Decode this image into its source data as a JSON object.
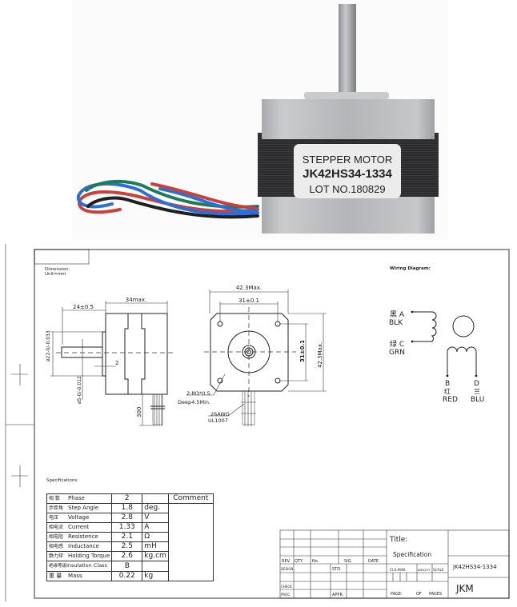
{
  "photo": {
    "label_line1": "STEPPER MOTOR",
    "label_line2": "JK42HS34-1334",
    "label_line3": "LOT NO.180829",
    "colors": {
      "body": "#b4b6b8",
      "band": "#2a2a2c",
      "label_bg": "#e9e9e9",
      "wire_red": "#c8423c",
      "wire_blue": "#2a6fd8",
      "wire_green": "#1f7a5a",
      "wire_black": "#1f1f22"
    }
  },
  "drawing": {
    "dimension_note_line1": "Dimension:",
    "dimension_note_line2": "Unit=mm",
    "side_view": {
      "shaft_length": "24±0.5",
      "body_length": "34max.",
      "boss_diameter": "ø22-0/-0.033",
      "shaft_diameter": "ø5-0/-0.012",
      "boss_height": "2",
      "lead_length": "300"
    },
    "front_view": {
      "overall_width": "42.3Max.",
      "hole_spacing_h": "31±0.1",
      "hole_spacing_v": "31±0.1",
      "overall_height": "42.3Max.",
      "hole_note_line1": "2-M3*0.5",
      "hole_note_line2": "Deep4.5Min.",
      "wire_note_line1": "26AWG",
      "wire_note_line2": "UL1007"
    },
    "wiring": {
      "title": "Wiring Diagram:",
      "a_cn": "黑 A",
      "a_en": "BLK",
      "c_cn": "绿 C",
      "c_en": "GRN",
      "b_letter": "B",
      "b_cn": "红",
      "b_en": "RED",
      "d_letter": "D",
      "d_cn": "兰",
      "d_en": "BLU"
    }
  },
  "specifications": {
    "title": "Specifications:",
    "comment_header": "Comment",
    "rows": [
      {
        "cn": "相 数",
        "en": "Phase",
        "value": "2",
        "unit": ""
      },
      {
        "cn": "步距角",
        "en": "Step Angle",
        "value": "1.8",
        "unit": "deg."
      },
      {
        "cn": "电压",
        "en": "Voltage",
        "value": "2.8",
        "unit": "V"
      },
      {
        "cn": "相电流",
        "en": "Current",
        "value": "1.33",
        "unit": "A"
      },
      {
        "cn": "相电阻",
        "en": "Resistence",
        "value": "2.1",
        "unit": "Ω"
      },
      {
        "cn": "相电感",
        "en": "Inductance",
        "value": "2.5",
        "unit": "mH"
      },
      {
        "cn": "静力矩",
        "en": "Holding Torque",
        "value": "2.6",
        "unit": "kg.cm"
      },
      {
        "cn": "绝缘等级",
        "en": "Insulation Class",
        "value": "B",
        "unit": ""
      },
      {
        "cn": "重 量",
        "en": "Mass",
        "value": "0.22",
        "unit": "kg"
      }
    ]
  },
  "title_block": {
    "rev": "REV.",
    "qty": "QTY.",
    "no": "No.",
    "sig": "SIG.",
    "date": "DATE",
    "design": "DESIGN",
    "std": "STD.",
    "check": "CHECK",
    "proc": "PROC.",
    "appr": "APPR.",
    "title_label": "Title:",
    "title_value": "Specification",
    "cls_mak": "CLS.MAK",
    "weight": "WEIGHT",
    "scale": "SCALE",
    "page": "PAGE:",
    "of": "OF",
    "pages": "PAGES",
    "part_number": "JK42HS34-1334",
    "company": "JKM"
  }
}
